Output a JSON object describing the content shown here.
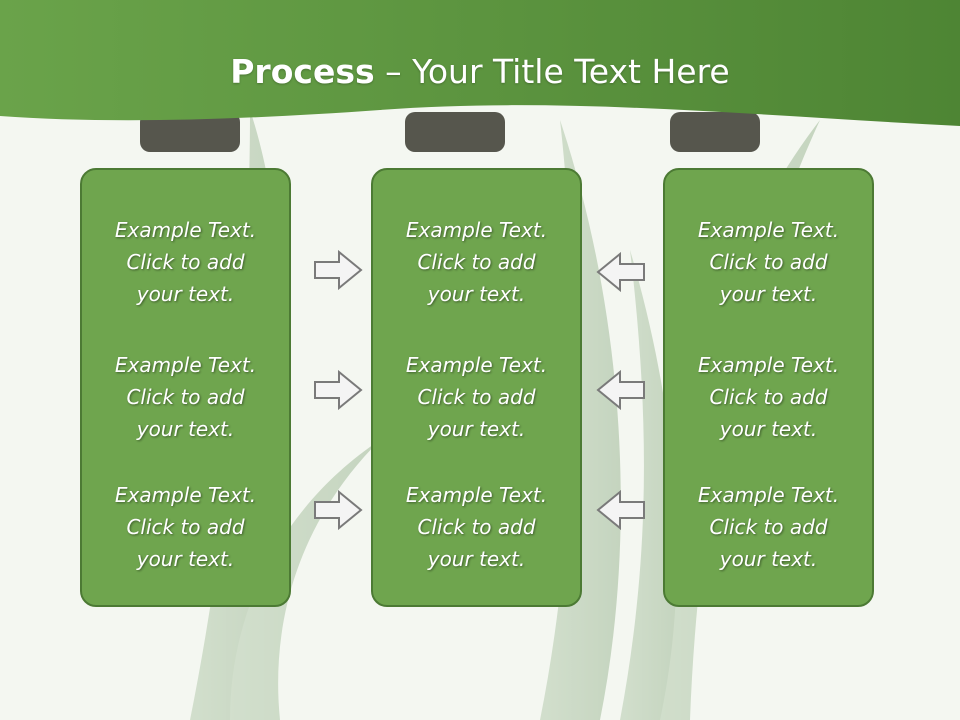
{
  "slide": {
    "title_bold": "Process",
    "title_rest": " – Your Title Text Here"
  },
  "colors": {
    "header_green": "#5b943d",
    "panel_green": "#6fa54e",
    "panel_border": "#4c7a34",
    "arrow_fill": "#f4f4f4",
    "arrow_stroke": "#7a7a7a"
  },
  "panels": [
    {
      "blocks": [
        {
          "line1": "Example Text.",
          "line2": "Click  to add",
          "line3": "your text."
        },
        {
          "line1": "Example Text.",
          "line2": "Click  to add",
          "line3": "your text."
        },
        {
          "line1": "Example Text.",
          "line2": "Click  to add",
          "line3": "your text."
        }
      ]
    },
    {
      "blocks": [
        {
          "line1": "Example Text.",
          "line2": "Click  to add",
          "line3": "your text."
        },
        {
          "line1": "Example Text.",
          "line2": "Click  to add",
          "line3": "your text."
        },
        {
          "line1": "Example Text.",
          "line2": "Click  to add",
          "line3": "your text."
        }
      ]
    },
    {
      "blocks": [
        {
          "line1": "Example Text.",
          "line2": "Click  to add",
          "line3": "your text."
        },
        {
          "line1": "Example Text.",
          "line2": "Click  to add",
          "line3": "your text."
        },
        {
          "line1": "Example Text.",
          "line2": "Click  to add",
          "line3": "your text."
        }
      ]
    }
  ],
  "arrows": {
    "left_group": "arrow-right-icon",
    "right_group": "arrow-left-icon"
  }
}
